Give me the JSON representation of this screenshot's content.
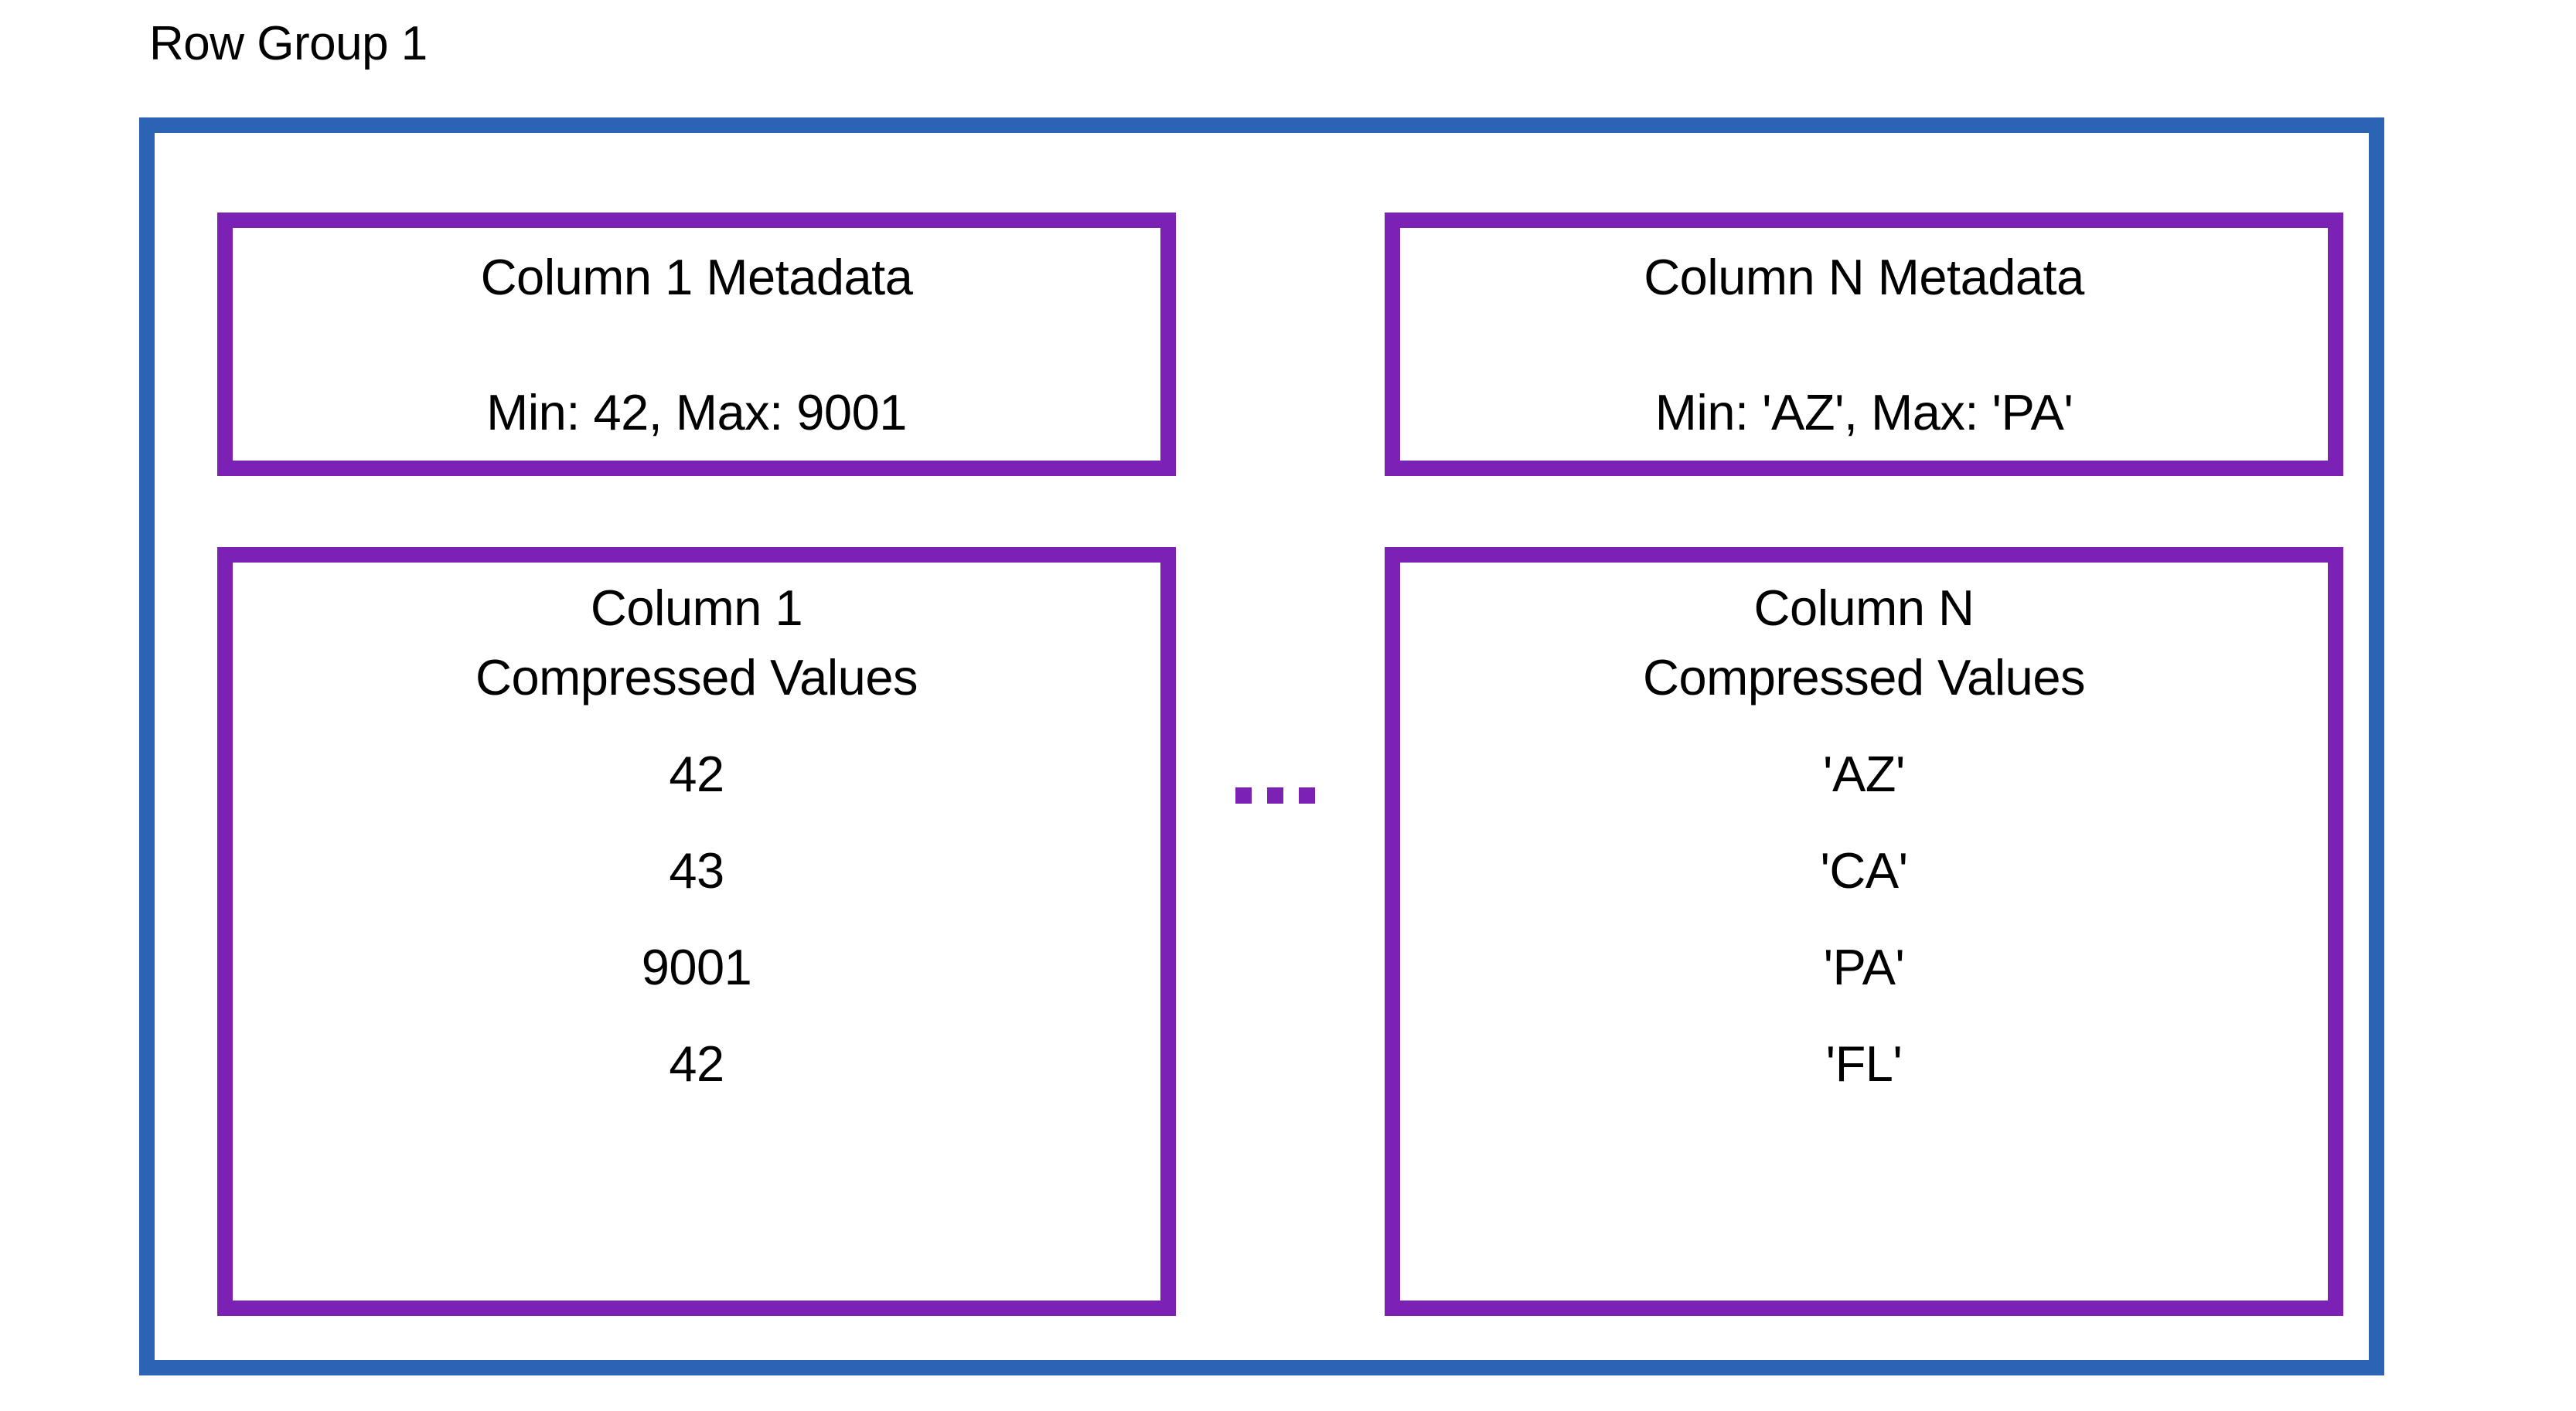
{
  "diagram": {
    "title": "Row Group 1",
    "colors": {
      "row_group_border": "#2D63B4",
      "column_border": "#7B22B4",
      "text": "#000000",
      "background": "#FFFFFF"
    },
    "ellipsis": {
      "label": "...",
      "dot_count": 3
    },
    "columns": [
      {
        "metadata": {
          "title": "Column 1 Metadata",
          "stats": "Min: 42, Max: 9001",
          "min": "42",
          "max": "9001"
        },
        "values": {
          "heading_line1": "Column 1",
          "heading_line2": "Compressed Values",
          "items": [
            "42",
            "43",
            "9001",
            "42"
          ]
        }
      },
      {
        "metadata": {
          "title": "Column N Metadata",
          "stats": "Min: 'AZ', Max: 'PA'",
          "min": "'AZ'",
          "max": "'PA'"
        },
        "values": {
          "heading_line1": "Column N",
          "heading_line2": "Compressed Values",
          "items": [
            "'AZ'",
            "'CA'",
            "'PA'",
            "'FL'"
          ]
        }
      }
    ]
  }
}
